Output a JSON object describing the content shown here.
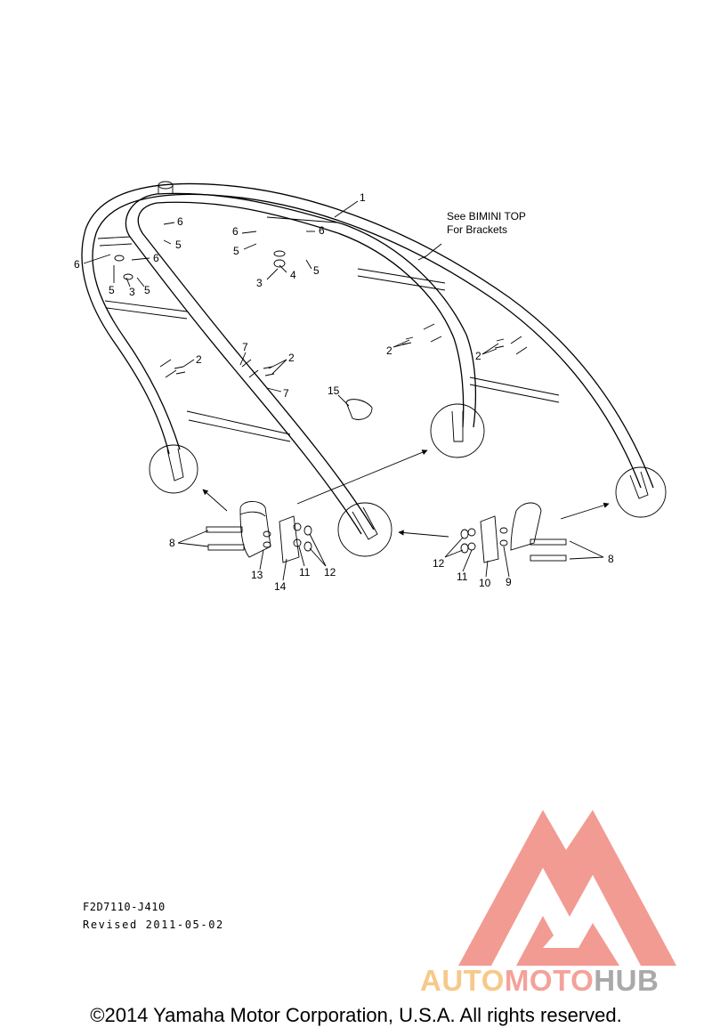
{
  "callouts": {
    "c1": "1",
    "c2a": "2",
    "c2b": "2",
    "c2c": "2",
    "c2d": "2",
    "c3a": "3",
    "c3b": "3",
    "c4": "4",
    "c5a": "5",
    "c5b": "5",
    "c5c": "5",
    "c5d": "5",
    "c5e": "5",
    "c6a": "6",
    "c6b": "6",
    "c6c": "6",
    "c6d": "6",
    "c6e": "6",
    "c7a": "7",
    "c7b": "7",
    "c8a": "8",
    "c8b": "8",
    "c9": "9",
    "c10": "10",
    "c11a": "11",
    "c11b": "11",
    "c12a": "12",
    "c12b": "12",
    "c13": "13",
    "c14": "14",
    "c15": "15"
  },
  "note": {
    "line1": "See BIMINI TOP",
    "line2": "For Brackets"
  },
  "footer": {
    "drawing_code": "F2D7110-J410",
    "revised": "Revised 2011-05-02",
    "copyright": "©2014 Yamaha Motor Corporation, U.S.A. All rights reserved."
  },
  "watermark": {
    "part1": "AUTO",
    "part2": "MOTO",
    "part3": "HUB",
    "colors": {
      "auto": "#f6c98a",
      "moto": "#f3a29a",
      "hub": "#a9a9a9",
      "logo": "#f08a80"
    }
  }
}
